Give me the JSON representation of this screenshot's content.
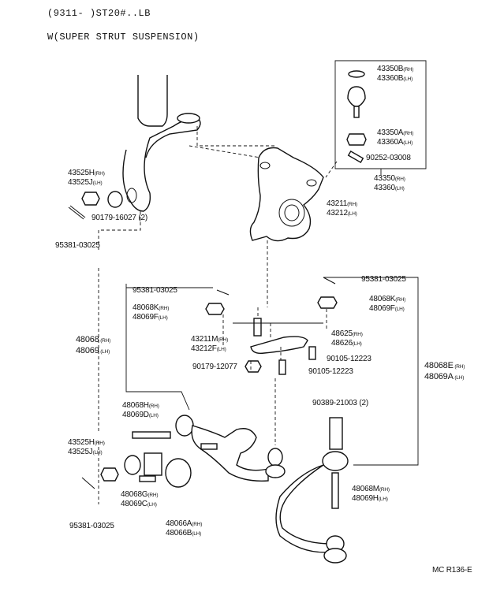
{
  "header": {
    "line1": "(9311-      )ST20#..LB",
    "line2": "W(SUPER STRUT SUSPENSION)"
  },
  "parts": [
    {
      "id": "ball_joint_top",
      "l1": "43350B",
      "s1": "(RH)",
      "l2": "43360B",
      "s2": "(LH)"
    },
    {
      "id": "ball_joint_nut",
      "l1": "43350A",
      "s1": "(RH)",
      "l2": "43360A",
      "s2": "(LH)"
    },
    {
      "id": "pin",
      "l1": "90252-03008",
      "s1": "",
      "l2": "",
      "s2": ""
    },
    {
      "id": "ball_joint_assy",
      "l1": "43350",
      "s1": "(RH)",
      "l2": "43360",
      "s2": "(LH)"
    },
    {
      "id": "knuckle",
      "l1": "43211",
      "s1": "(RH)",
      "l2": "43212",
      "s2": "(LH)"
    },
    {
      "id": "camber_nut_top",
      "l1": "43525H",
      "s1": "(RH)",
      "l2": "43525J",
      "s2": "(LH)"
    },
    {
      "id": "nut_90179_16027",
      "l1": "90179-16027 (2)",
      "s1": "",
      "l2": "",
      "s2": ""
    },
    {
      "id": "cotter_top_left",
      "l1": "95381-03025",
      "s1": "",
      "l2": "",
      "s2": ""
    },
    {
      "id": "cotter_mid_left",
      "l1": "95381-03025",
      "s1": "",
      "l2": "",
      "s2": ""
    },
    {
      "id": "cotter_mid_right",
      "l1": "95381-03025",
      "s1": "",
      "l2": "",
      "s2": ""
    },
    {
      "id": "nut_48068K_left",
      "l1": "48068K",
      "s1": "(RH)",
      "l2": "48069F",
      "s2": "(LH)"
    },
    {
      "id": "nut_48068K_right",
      "l1": "48068K",
      "s1": "(RH)",
      "l2": "48069F",
      "s2": "(LH)"
    },
    {
      "id": "arm_upper",
      "l1": "48068",
      "s1": " (RH)",
      "l2": "48069",
      "s2": " (LH)"
    },
    {
      "id": "stud_43211M",
      "l1": "43211M",
      "s1": "(RH)",
      "l2": "43212F",
      "s2": "(LH)"
    },
    {
      "id": "plate_48625",
      "l1": "48625",
      "s1": "(RH)",
      "l2": "48626",
      "s2": "(LH)"
    },
    {
      "id": "bolt_90105_a",
      "l1": "90105-12223",
      "s1": "",
      "l2": "",
      "s2": ""
    },
    {
      "id": "nut_90179_12077",
      "l1": "90179-12077",
      "s1": "",
      "l2": "",
      "s2": ""
    },
    {
      "id": "bolt_90105_b",
      "l1": "90105-12223",
      "s1": "",
      "l2": "",
      "s2": ""
    },
    {
      "id": "lower_arm",
      "l1": "48068E",
      "s1": " (RH)",
      "l2": "48069A",
      "s2": " (LH)"
    },
    {
      "id": "bushing_48068H",
      "l1": "48068H",
      "s1": "(RH)",
      "l2": "48069D",
      "s2": "(LH)"
    },
    {
      "id": "bushing_90389",
      "l1": "90389-21003 (2)",
      "s1": "",
      "l2": "",
      "s2": ""
    },
    {
      "id": "camber_nut_low",
      "l1": "43525H",
      "s1": "(RH)",
      "l2": "43525J",
      "s2": "(LH)"
    },
    {
      "id": "bushing_48068G",
      "l1": "48068G",
      "s1": "(RH)",
      "l2": "48069C",
      "s2": "(LH)"
    },
    {
      "id": "bolt_48068M",
      "l1": "48068M",
      "s1": "(RH)",
      "l2": "48069H",
      "s2": "(LH)"
    },
    {
      "id": "bushing_48066A",
      "l1": "48066A",
      "s1": "(RH)",
      "l2": "48066B",
      "s2": "(LH)"
    },
    {
      "id": "cotter_low_left",
      "l1": "95381-03025",
      "s1": "",
      "l2": "",
      "s2": ""
    }
  ],
  "footer": {
    "code": "MC R136-E"
  }
}
